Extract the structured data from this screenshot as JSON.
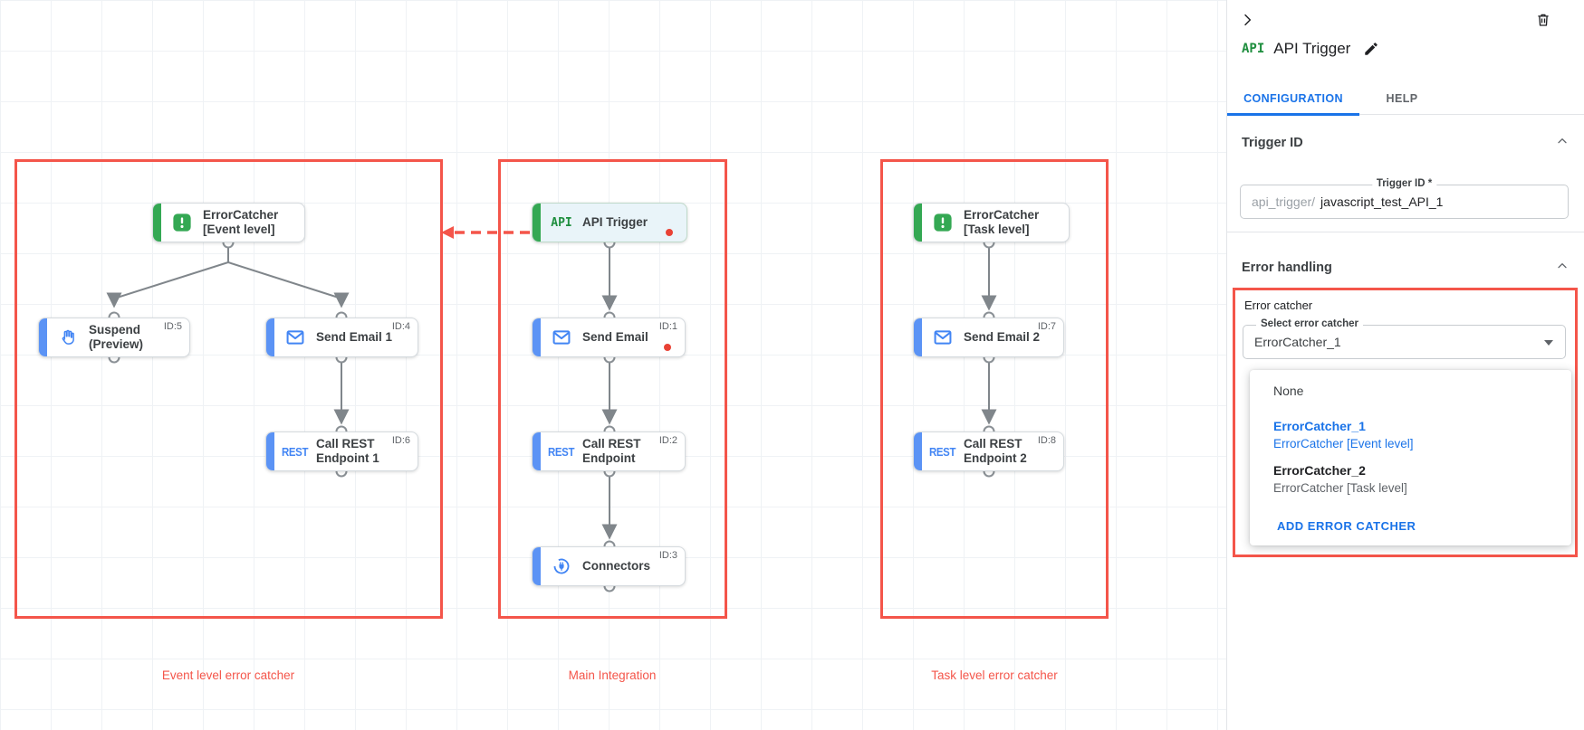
{
  "colors": {
    "accent_blue": "#4285f4",
    "accent_green": "#34a853",
    "annotation_red": "#f4554a",
    "link_blue": "#1a73e8"
  },
  "canvas": {
    "groups": [
      {
        "label": "Event level error catcher"
      },
      {
        "label": "Main Integration"
      },
      {
        "label": "Task level error catcher"
      }
    ],
    "nodes": {
      "ec_event": {
        "line1": "ErrorCatcher",
        "line2": "[Event level]",
        "id": ""
      },
      "suspend": {
        "line1": "Suspend",
        "line2": "(Preview)",
        "id": "ID:5"
      },
      "send_email_1": {
        "line1": "Send Email 1",
        "line2": "",
        "id": "ID:4"
      },
      "call_rest_1": {
        "line1": "Call REST",
        "line2": "Endpoint 1",
        "id": "ID:6"
      },
      "api_trigger": {
        "line1": "API Trigger",
        "line2": "",
        "id": ""
      },
      "send_email": {
        "line1": "Send Email",
        "line2": "",
        "id": "ID:1"
      },
      "call_rest": {
        "line1": "Call REST",
        "line2": "Endpoint",
        "id": "ID:2"
      },
      "connectors": {
        "line1": "Connectors",
        "line2": "",
        "id": "ID:3"
      },
      "ec_task": {
        "line1": "ErrorCatcher",
        "line2": "[Task level]",
        "id": ""
      },
      "send_email_2": {
        "line1": "Send Email 2",
        "line2": "",
        "id": "ID:7"
      },
      "call_rest_2": {
        "line1": "Call REST",
        "line2": "Endpoint 2",
        "id": "ID:8"
      }
    },
    "node_icon_text": {
      "rest": "REST",
      "api": "API"
    }
  },
  "panel": {
    "logo_text": "API",
    "title": "API Trigger",
    "tabs": {
      "configuration": "CONFIGURATION",
      "help": "HELP"
    },
    "trigger_section": {
      "header": "Trigger ID",
      "field_label": "Trigger ID *",
      "prefix": "api_trigger/",
      "value": "javascript_test_API_1"
    },
    "error_handling": {
      "header": "Error handling",
      "group_label": "Error catcher",
      "select_label": "Select error catcher",
      "select_value": "ErrorCatcher_1",
      "dropdown": {
        "none": "None",
        "opt1_name": "ErrorCatcher_1",
        "opt1_desc": "ErrorCatcher [Event level]",
        "opt2_name": "ErrorCatcher_2",
        "opt2_desc": "ErrorCatcher [Task level]",
        "add_label": "ADD ERROR CATCHER"
      }
    }
  }
}
